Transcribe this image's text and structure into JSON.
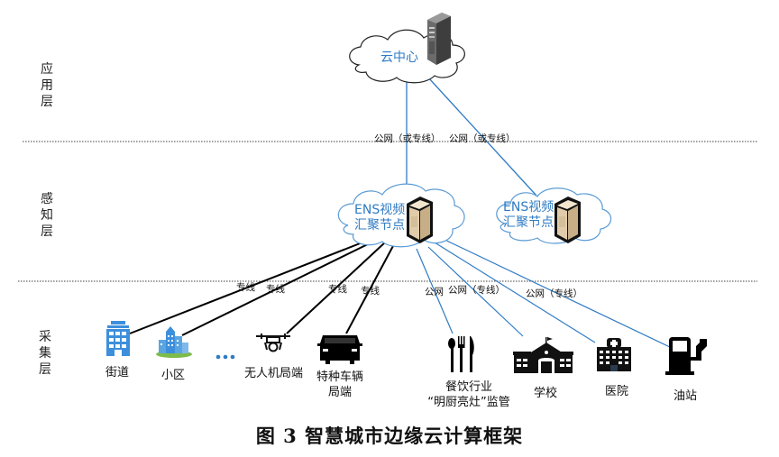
{
  "diagram": {
    "layers": [
      {
        "id": "application",
        "label": "应用层"
      },
      {
        "id": "perception",
        "label": "感知层"
      },
      {
        "id": "collection",
        "label": "采集层"
      }
    ],
    "cloud_center": {
      "label": "云中心",
      "icon": "server-tower-icon"
    },
    "ens_nodes": [
      {
        "label_line1": "ENS视频",
        "label_line2": "汇聚节点",
        "icon": "server-rack-icon"
      },
      {
        "label_line1": "ENS视频",
        "label_line2": "汇聚节点",
        "icon": "server-rack-icon"
      }
    ],
    "uplinks": [
      {
        "label": "公网（或专线）"
      },
      {
        "label": "公网（或专线）"
      }
    ],
    "downlinks": [
      {
        "label": "专线",
        "target": "街道",
        "style": "black"
      },
      {
        "label": "专线",
        "target": "小区",
        "style": "black"
      },
      {
        "label": "专线",
        "target": "无人机局端",
        "style": "black"
      },
      {
        "label": "专线",
        "target": "特种车辆局端",
        "style": "black"
      },
      {
        "label": "公网",
        "target": "餐饮行业“明厨亮灶”监管",
        "style": "blue"
      },
      {
        "label": "公网（专线）",
        "target": "学校",
        "style": "blue"
      },
      {
        "label": "",
        "target": "医院",
        "style": "blue"
      },
      {
        "label": "公网（专线）",
        "target": "油站",
        "style": "blue"
      }
    ],
    "endpoints": [
      {
        "label": "街道",
        "icon": "office-building-icon"
      },
      {
        "label": "小区",
        "icon": "residential-buildings-icon"
      },
      {
        "label": "•••",
        "icon": "ellipsis-icon"
      },
      {
        "label": "无人机局端",
        "icon": "drone-icon"
      },
      {
        "label_line1": "特种车辆",
        "label_line2": "局端",
        "icon": "vehicle-icon"
      },
      {
        "label_line1": "餐饮行业",
        "label_line2": "“明厨亮灶”监管",
        "icon": "cutlery-icon"
      },
      {
        "label": "学校",
        "icon": "school-icon"
      },
      {
        "label": "医院",
        "icon": "hospital-icon"
      },
      {
        "label": "油站",
        "icon": "gas-pump-icon"
      }
    ],
    "colors": {
      "blue_line": "#2f7bc4",
      "black_line": "#000000",
      "cloud_stroke": "#5b9bd5",
      "text_blue": "#2f7bc4"
    }
  },
  "caption": "图 3  智慧城市边缘云计算框架"
}
